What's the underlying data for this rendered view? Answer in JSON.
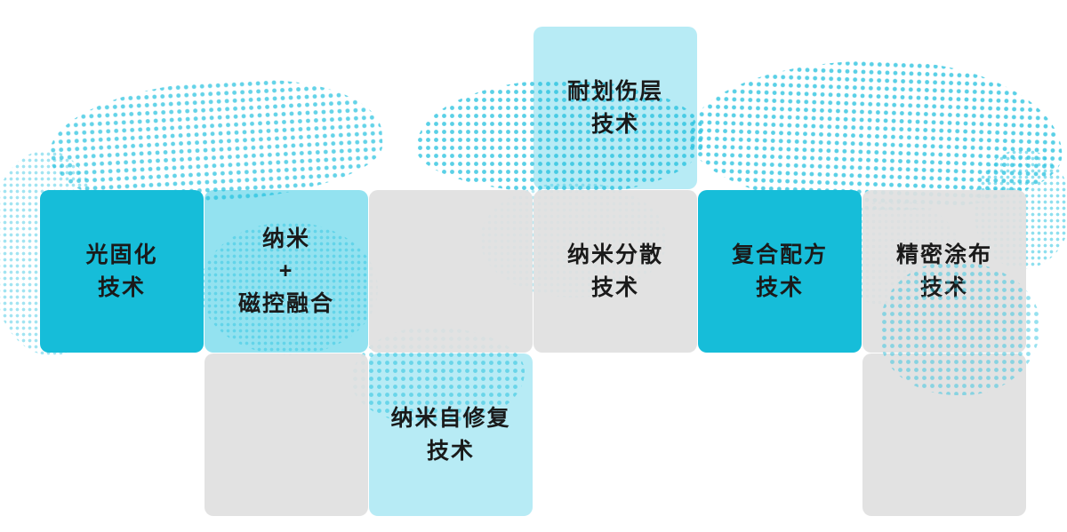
{
  "colors": {
    "accent_cyan": "#16bdd9",
    "medium_cyan": "#8edde9",
    "light_cyan": "#bfeaf2",
    "tile_gray": "#e0e0e0",
    "dot_cyan": "#31c5e1",
    "text_dark": "#1a1a1a"
  },
  "tiles": {
    "scratch_resistant": {
      "label": "耐划伤层\n技术",
      "variant": "light"
    },
    "uv_curing": {
      "label": "光固化\n技术",
      "variant": "bright"
    },
    "nano_magnetic_fusion": {
      "label": "纳米\n+\n磁控融合",
      "variant": "medium"
    },
    "blank_mid": {
      "label": "",
      "variant": "gray"
    },
    "nano_dispersion": {
      "label": "纳米分散\n技术",
      "variant": "gray"
    },
    "composite_formula": {
      "label": "复合配方\n技术",
      "variant": "bright"
    },
    "precision_coating": {
      "label": "精密涂布\n技术",
      "variant": "gray"
    },
    "blank_bottom_left": {
      "label": "",
      "variant": "gray"
    },
    "nano_self_healing": {
      "label": "纳米自修复\n技术",
      "variant": "light"
    },
    "blank_bottom_right": {
      "label": "",
      "variant": "gray"
    }
  }
}
